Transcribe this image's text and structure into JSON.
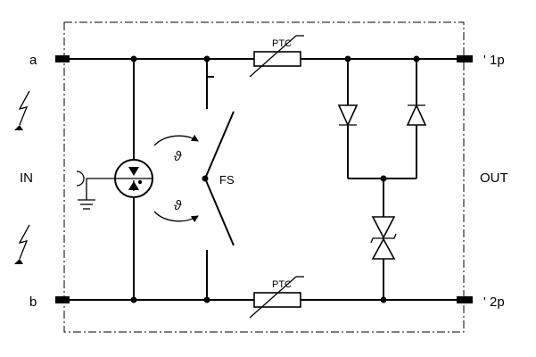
{
  "labels": {
    "terminal_a": "a",
    "terminal_b": "b",
    "input": "IN",
    "output": "OUT",
    "out_1p": "' 1p",
    "out_2p": "' 2p",
    "ptc_top": "PTC",
    "ptc_bottom": "PTC",
    "fs": "FS",
    "theta_top": "ϑ",
    "theta_bottom": "ϑ"
  }
}
